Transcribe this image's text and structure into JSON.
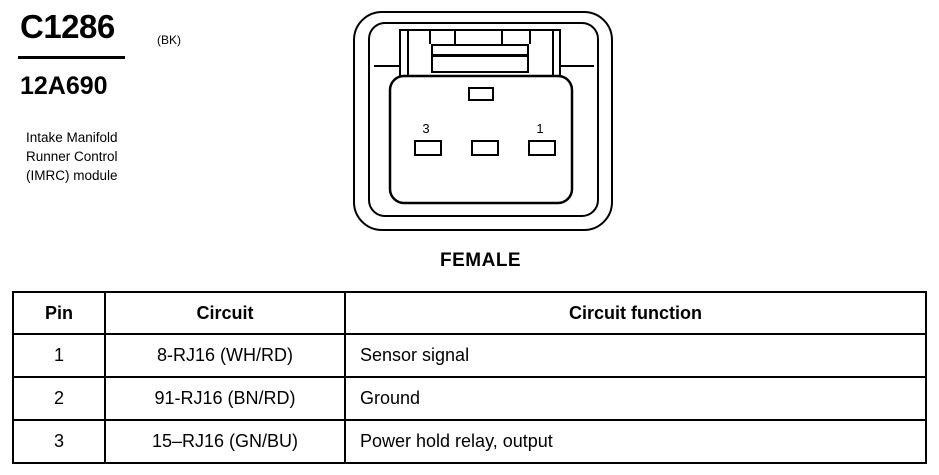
{
  "connector": {
    "id": "C1286",
    "color_code": "(BK)",
    "part_number": "12A690",
    "description_lines": [
      "Intake Manifold",
      "Runner Control",
      "(IMRC) module"
    ],
    "gender": "FEMALE",
    "cavity_labels": [
      "3",
      "1"
    ]
  },
  "table": {
    "headers": [
      "Pin",
      "Circuit",
      "Circuit function"
    ],
    "rows": [
      {
        "pin": "1",
        "circuit": "8-RJ16 (WH/RD)",
        "function": "Sensor signal"
      },
      {
        "pin": "2",
        "circuit": "91-RJ16 (BN/RD)",
        "function": "Ground"
      },
      {
        "pin": "3",
        "circuit": "15–RJ16 (GN/BU)",
        "function": "Power hold relay, output"
      }
    ]
  }
}
